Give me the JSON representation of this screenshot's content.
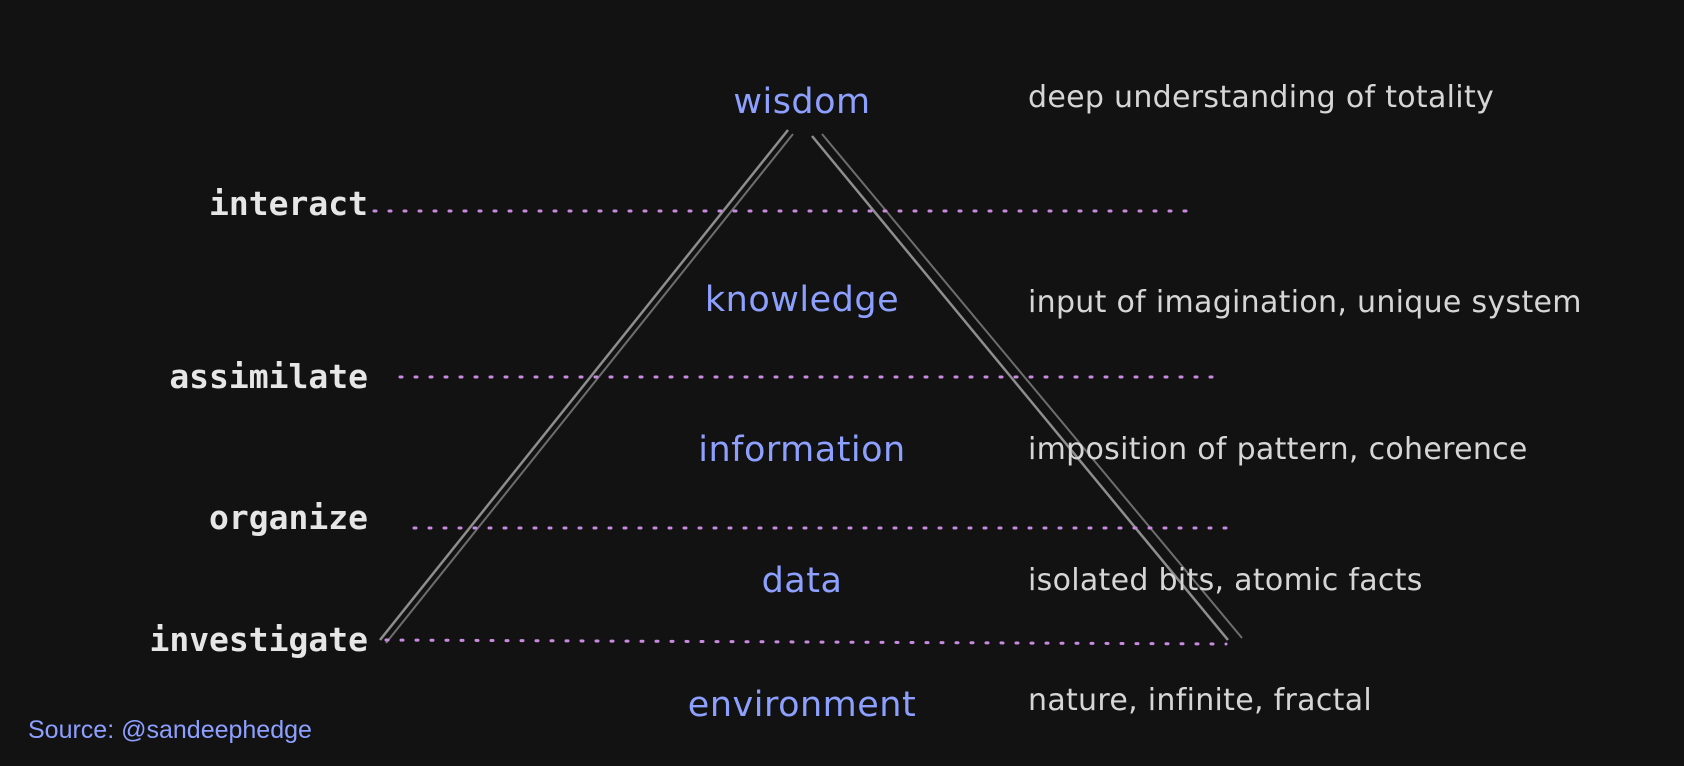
{
  "levels": [
    {
      "name": "wisdom",
      "description": "deep understanding of totality"
    },
    {
      "name": "knowledge",
      "description": "input of imagination, unique system"
    },
    {
      "name": "information",
      "description": "imposition of pattern, coherence"
    },
    {
      "name": "data",
      "description": "isolated bits, atomic facts"
    },
    {
      "name": "environment",
      "description": "nature, infinite, fractal"
    }
  ],
  "actions": [
    "interact",
    "assimilate",
    "organize",
    "investigate"
  ],
  "source": "Source: @sandeephedge",
  "colors": {
    "background": "#121212",
    "level_text": "#8ea0ff",
    "action_text": "#e6e6e6",
    "description_text": "#d6d6d6",
    "dotted_line": "#c98be0",
    "pyramid_line": "#9a9a9a"
  }
}
